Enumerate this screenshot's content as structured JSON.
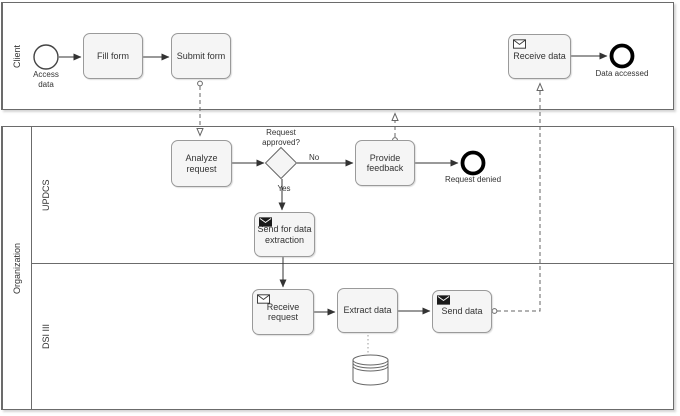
{
  "colors": {
    "canvas_bg": "#ffffff",
    "pool_border": "#6b6b6b",
    "task_fill": "#f5f5f5",
    "task_border": "#9a9a9a",
    "flow_color": "#333333",
    "message_flow_color": "#666666",
    "event_end_color": "#000000",
    "text_color": "#333333"
  },
  "pools": {
    "client": {
      "label": "Client"
    },
    "organization": {
      "label": "Organization",
      "lanes": [
        {
          "label": "UPDCS"
        },
        {
          "label": "DSI III"
        }
      ]
    }
  },
  "tasks": {
    "fill_form": "Fill form",
    "submit_form": "Submit form",
    "receive_data": "Receive data",
    "analyze_request": "Analyze request",
    "provide_feedback": "Provide feedback",
    "send_extraction": "Send for data extraction",
    "receive_request": "Receive request",
    "extract_data": "Extract data",
    "send_data": "Send data"
  },
  "events": {
    "start": "Access data",
    "data_accessed": "Data accessed",
    "request_denied": "Request denied"
  },
  "gateway": {
    "question": "Request approved?",
    "no": "No",
    "yes": "Yes"
  },
  "icons": {
    "message": "envelope-icon",
    "storage": "database-cylinder-icon"
  }
}
